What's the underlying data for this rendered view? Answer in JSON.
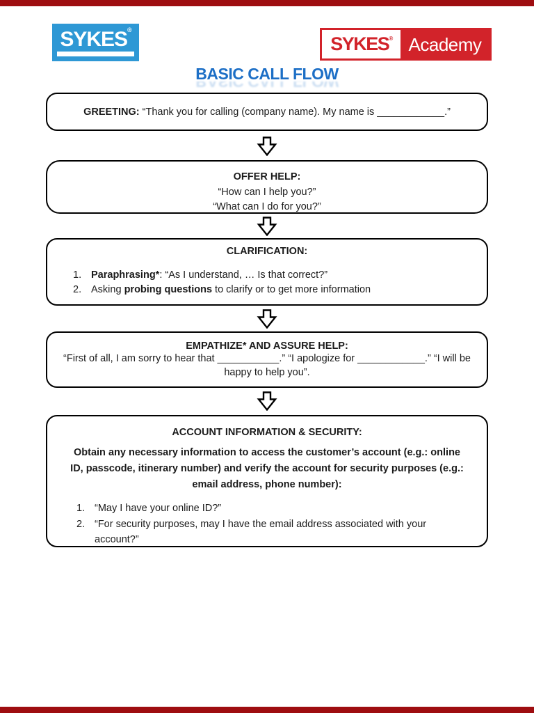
{
  "header": {
    "sykes_logo": {
      "text": "SYKES",
      "reg_mark": "®"
    },
    "academy_logo": {
      "sykes": "SYKES",
      "reg_mark": "®",
      "academy": "Academy"
    },
    "title": "BASIC CALL FLOW"
  },
  "colors": {
    "sykes_blue": "#2e98d5",
    "academy_red": "#d2232a",
    "title_blue": "#1d6fc6",
    "page_edge_red": "#9e0d10",
    "box_border": "#000000"
  },
  "flow": {
    "greeting": {
      "label": "GREETING:",
      "text": " “Thank you for calling (company name). My name is ____________.”"
    },
    "offer_help": {
      "title": "OFFER HELP:",
      "line1": "“How can I help you?”",
      "line2": "“What can I do for you?”"
    },
    "clarification": {
      "title": "CLARIFICATION:",
      "item1_num": "1.",
      "item1_bold": "Paraphrasing*",
      "item1_rest": ": “As I understand, … Is that correct?”",
      "item2_num": "2.",
      "item2_pre": "Asking ",
      "item2_bold": "probing questions",
      "item2_rest": " to clarify or to get more information"
    },
    "empathize": {
      "title": "EMPATHIZE* AND ASSURE HELP:",
      "text": "“First of all, I am sorry to hear that ___________.” “I apologize for ____________.” “I will be happy to help you”."
    },
    "account": {
      "title": "ACCOUNT INFORMATION & SECURITY:",
      "paragraph": "Obtain any necessary information to access the customer’s account (e.g.: online ID, passcode, itinerary number) and verify the account for security purposes (e.g.: email address, phone number):",
      "item1_num": "1.",
      "item1_text": "“May I have your online ID?”",
      "item2_num": "2.",
      "item2_text": "“For security purposes, may I have the email address associated with your account?”"
    }
  }
}
